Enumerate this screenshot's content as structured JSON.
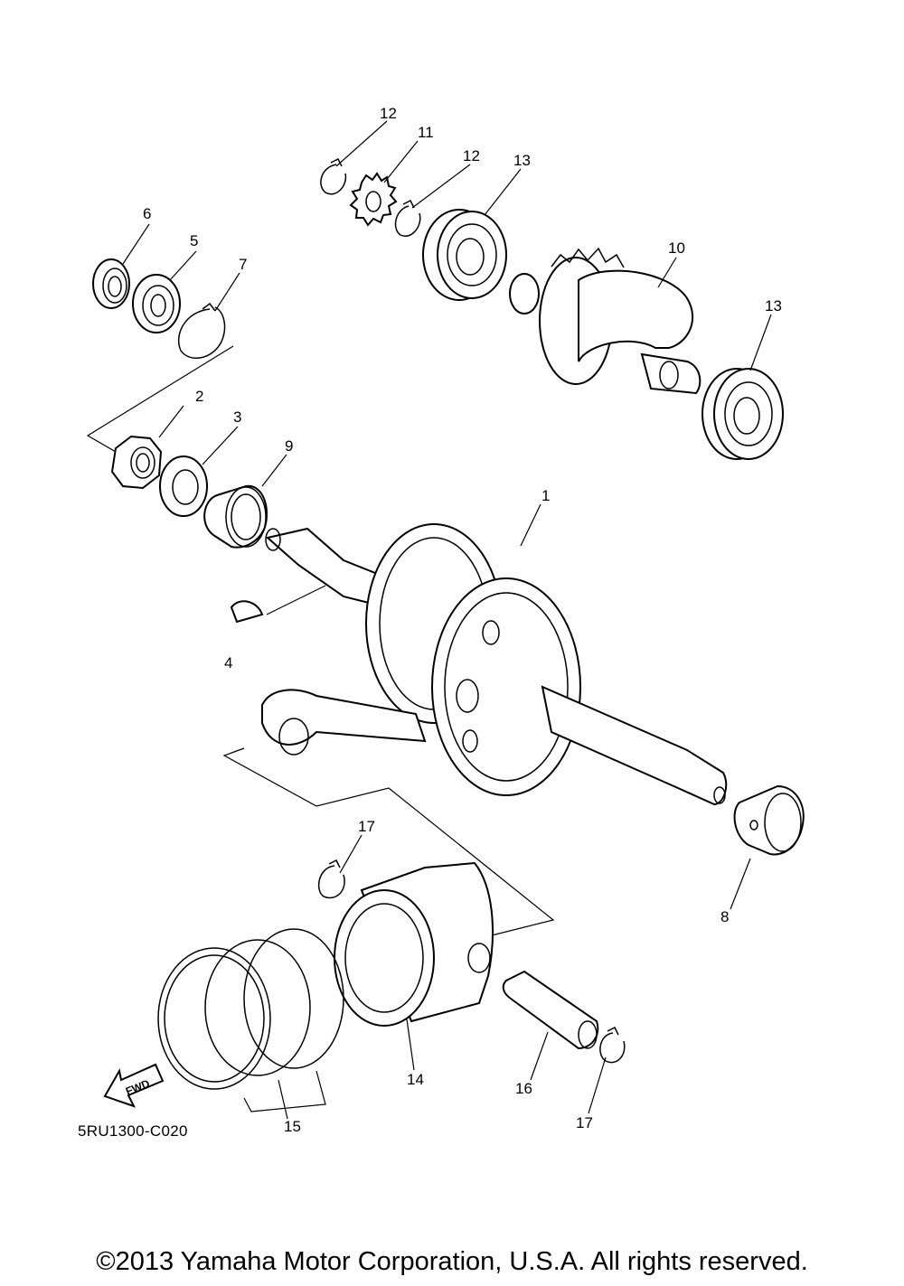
{
  "labels": {
    "p1": "1",
    "p2": "2",
    "p3": "3",
    "p4": "4",
    "p5": "5",
    "p6": "6",
    "p7": "7",
    "p8": "8",
    "p9": "9",
    "p10": "10",
    "p11": "11",
    "p12a": "12",
    "p12b": "12",
    "p13a": "13",
    "p13b": "13",
    "p14": "14",
    "p15": "15",
    "p16": "16",
    "p17a": "17",
    "p17b": "17"
  },
  "fwd_label": "FWD",
  "diagram_code": "5RU1300-C020",
  "copyright": "©2013 Yamaha Motor Corporation, U.S.A. All rights reserved."
}
